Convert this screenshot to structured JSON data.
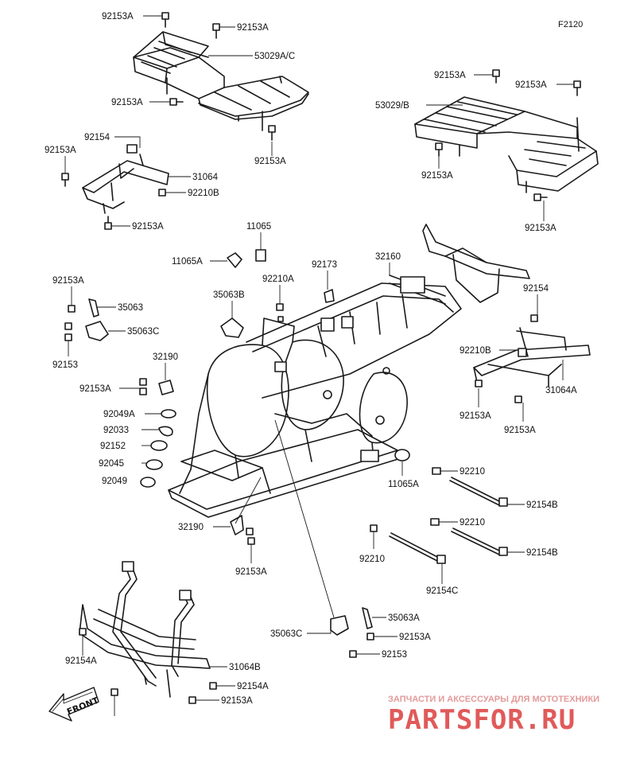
{
  "figure_code": "F2120",
  "labels": {
    "l1": "92153A",
    "l2": "92153A",
    "l3": "53029A/C",
    "l4": "92153A",
    "l5": "92154",
    "l6": "92153A",
    "l7": "31064",
    "l8": "92210B",
    "l9": "92153A",
    "l10": "92153A",
    "l11": "92153A",
    "l12": "53029/B",
    "l13": "92153A",
    "l14": "92153A",
    "l15": "11065",
    "l16": "11065A",
    "l17": "92210A",
    "l18": "92173",
    "l19": "32160",
    "l20": "92153A",
    "l21": "35063",
    "l22": "35063B",
    "l23": "35063C",
    "l24": "92153",
    "l25": "92154",
    "l26": "92210B",
    "l27": "32190",
    "l28": "92153A",
    "l29": "31064A",
    "l30": "92153A",
    "l31": "92153A",
    "l32": "92049A",
    "l33": "92033",
    "l34": "92152",
    "l35": "92045",
    "l36": "92049",
    "l37": "11065A",
    "l38": "92210",
    "l39": "92154B",
    "l40": "32190",
    "l41": "92210",
    "l42": "92210",
    "l43": "92154B",
    "l44": "92153A",
    "l45": "92154C",
    "l46": "35063A",
    "l47": "35063C",
    "l48": "92153A",
    "l49": "92153",
    "l50": "92154A",
    "l51": "31064B",
    "l52": "92154A",
    "l53": "92153A",
    "l54": "92153A"
  },
  "front_label": "FRONT",
  "watermark": {
    "subtitle": "ЗАПЧАСТИ И АКСЕССУАРЫ ДЛЯ МОТОТЕХНИКИ",
    "brand": "PARTSFOR.RU"
  }
}
